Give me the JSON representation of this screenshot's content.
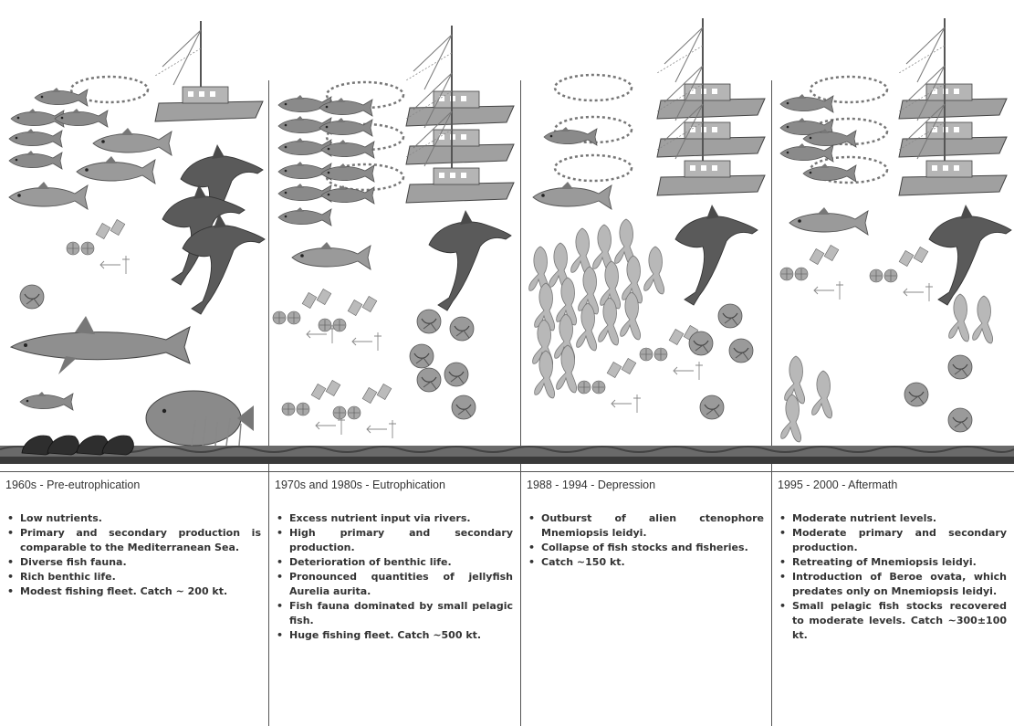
{
  "panels": [
    {
      "title": "1960s - Pre-eutrophication",
      "bullets": [
        "Low nutrients.",
        "Primary and secondary production is comparable to the Mediterranean Sea.",
        "Diverse fish fauna.",
        "Rich benthic life.",
        "Modest fishing fleet. Catch ~ 200 kt."
      ]
    },
    {
      "title": "1970s and 1980s - Eutrophication",
      "bullets": [
        "Excess nutrient input via rivers.",
        "High primary and secondary production.",
        "Deterioration of benthic life.",
        "Pronounced quantities of jellyfish Aurelia aurita.",
        "Fish fauna dominated by small pelagic fish.",
        "Huge fishing fleet. Catch ~500 kt."
      ]
    },
    {
      "title": "1988 - 1994 - Depression",
      "bullets": [
        "Outburst of alien ctenophore Mnemiopsis leidyi.",
        "Collapse of fish stocks and fisheries.",
        "Catch ~150 kt."
      ]
    },
    {
      "title": "1995 - 2000 - Aftermath",
      "bullets": [
        "Moderate nutrient levels.",
        "Moderate primary and secondary production.",
        "Retreating of Mnemiopsis leidyi.",
        "Introduction of Beroe ovata, which predates only on Mnemiopsis leidyi.",
        "Small pelagic fish stocks recovered to moderate levels. Catch ~300±100 kt."
      ]
    }
  ],
  "icons": [
    "fishing-boat-icon",
    "fish-icon",
    "dolphin-icon",
    "shark-icon",
    "flatfish-icon",
    "mussel-icon",
    "jellyfish-icon",
    "ctenophore-icon",
    "plankton-icon",
    "seafloor-icon"
  ],
  "colors": {
    "ink": "#333333",
    "figure": "#7a7a7a",
    "light": "#bdbdbd",
    "seafloor": "#555555"
  }
}
